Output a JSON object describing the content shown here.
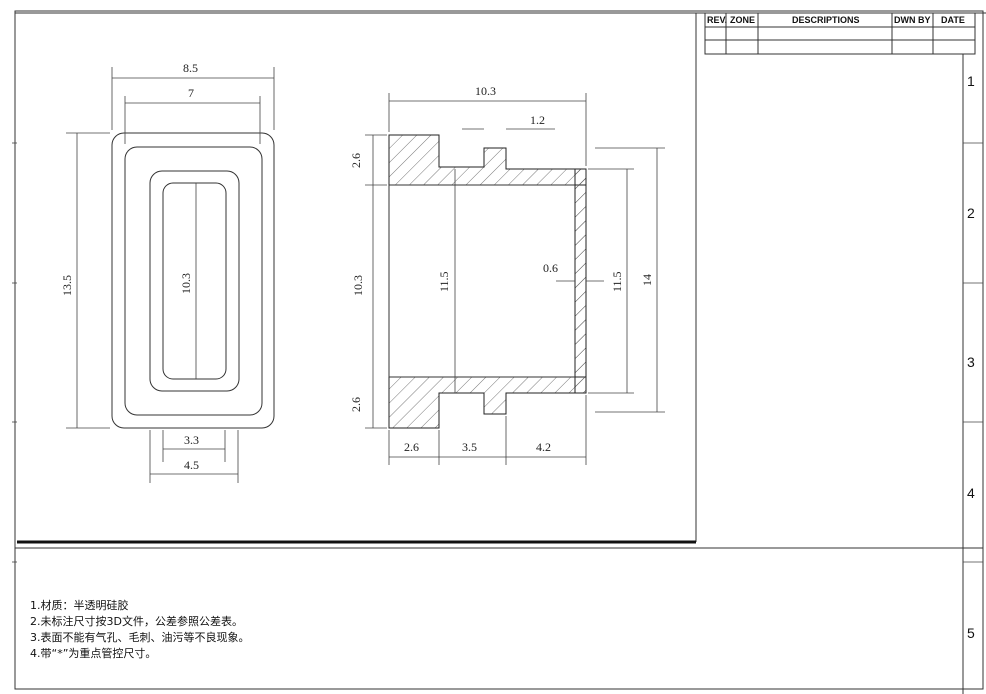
{
  "revision_table": {
    "headers": [
      "REV.",
      "ZONE",
      "DESCRIPTIONS",
      "DWN BY",
      "DATE"
    ]
  },
  "zone_labels": [
    "1",
    "2",
    "3",
    "4",
    "5"
  ],
  "front_view": {
    "dims": {
      "outer_width": "8.5",
      "inner_width": "7",
      "outer_height": "13.5",
      "slot_height": "10.3",
      "bottom_inner": "3.3",
      "bottom_outer": "4.5"
    }
  },
  "section_view": {
    "dims": {
      "total_width": "10.3",
      "groove_width": "1.2",
      "top_flange": "2.6",
      "left_height": "10.3",
      "bottom_flange": "2.6",
      "inner_bore": "11.5",
      "wall": "0.6",
      "right_inner": "11.5",
      "right_outer": "14",
      "seg_a": "2.6",
      "seg_b": "3.5",
      "seg_c": "4.2"
    }
  },
  "notes": [
    "1.材质：半透明硅胶",
    "2.未标注尺寸按3D文件，公差参照公差表。",
    "3.表面不能有气孔、毛刺、油污等不良现象。",
    "4.带“*”为重点管控尺寸。"
  ]
}
